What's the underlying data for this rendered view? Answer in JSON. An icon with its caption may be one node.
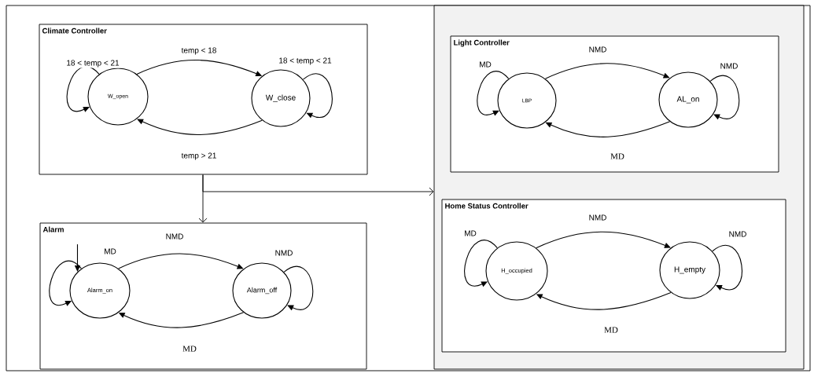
{
  "diagram": {
    "nodes": [
      {
        "text": [
          "Climate Controller"
        ]
      },
      {
        "text": [
          "W_open"
        ],
        "in": 0
      },
      {
        "text": [
          "W_close"
        ],
        "in": 0
      },
      {
        "text": [
          "Alarm"
        ]
      },
      {
        "text": [
          "Alarm_on"
        ],
        "in": 3
      },
      {
        "text": [
          "Alarm_off"
        ],
        "in": 3
      },
      {
        "text": [],
        "shape": "box"
      },
      {
        "text": [
          "Light Controller"
        ],
        "in": 6
      },
      {
        "text": [
          "LBP"
        ],
        "in": 7
      },
      {
        "text": [
          "AL_on"
        ],
        "in": 7
      },
      {
        "text": [
          "Home Status Controller"
        ],
        "in": 6
      },
      {
        "text": [
          "H_occupied"
        ],
        "in": 10
      },
      {
        "text": [
          "H_empty"
        ],
        "in": 10
      }
    ],
    "edges": [
      {
        "from": 1,
        "to": 1,
        "arrow": "to",
        "label": "18 < temp < 21"
      },
      {
        "from": 1,
        "to": 2,
        "arrow": "to",
        "label": "temp < 18"
      },
      {
        "from": 2,
        "to": 2,
        "arrow": "to",
        "label": "18 < temp < 21"
      },
      {
        "from": 2,
        "to": 1,
        "arrow": "to",
        "label": "temp > 21"
      },
      {
        "from": 0,
        "to": 3,
        "arrow": "to"
      },
      {
        "from": 0,
        "to": 6,
        "arrow": "to"
      },
      {
        "from": null,
        "to": 4,
        "arrow": "to"
      },
      {
        "from": 4,
        "to": 4,
        "arrow": "to",
        "label": "MD"
      },
      {
        "from": 4,
        "to": 5,
        "arrow": "to",
        "label": "NMD"
      },
      {
        "from": 5,
        "to": 5,
        "arrow": "to",
        "label": "NMD"
      },
      {
        "from": 5,
        "to": 4,
        "arrow": "to",
        "label": "MD"
      },
      {
        "from": 8,
        "to": 8,
        "arrow": "to",
        "label": "MD"
      },
      {
        "from": 8,
        "to": 9,
        "arrow": "to",
        "label": "NMD"
      },
      {
        "from": 9,
        "to": 9,
        "arrow": "to",
        "label": "NMD"
      },
      {
        "from": 9,
        "to": 8,
        "arrow": "to",
        "label": "MD"
      },
      {
        "from": 11,
        "to": 11,
        "arrow": "to",
        "label": "MD"
      },
      {
        "from": 11,
        "to": 12,
        "arrow": "to",
        "label": "NMD"
      },
      {
        "from": 12,
        "to": 12,
        "arrow": "to",
        "label": "NMD"
      },
      {
        "from": 12,
        "to": 11,
        "arrow": "to",
        "label": "MD"
      }
    ]
  }
}
